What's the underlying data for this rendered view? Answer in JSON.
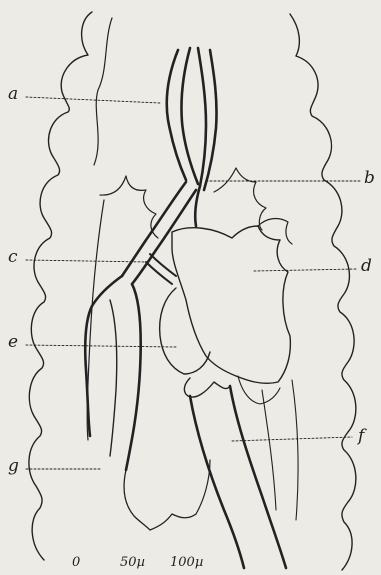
{
  "figure": {
    "labels": {
      "a": "a",
      "b": "b",
      "c": "c",
      "d": "d",
      "e": "e",
      "f": "f",
      "g": "g"
    },
    "scale_bar": {
      "ticks": [
        "0",
        "50µ",
        "100µ"
      ]
    },
    "colors": {
      "paper": "#ecebe6",
      "ink": "#222222"
    }
  }
}
